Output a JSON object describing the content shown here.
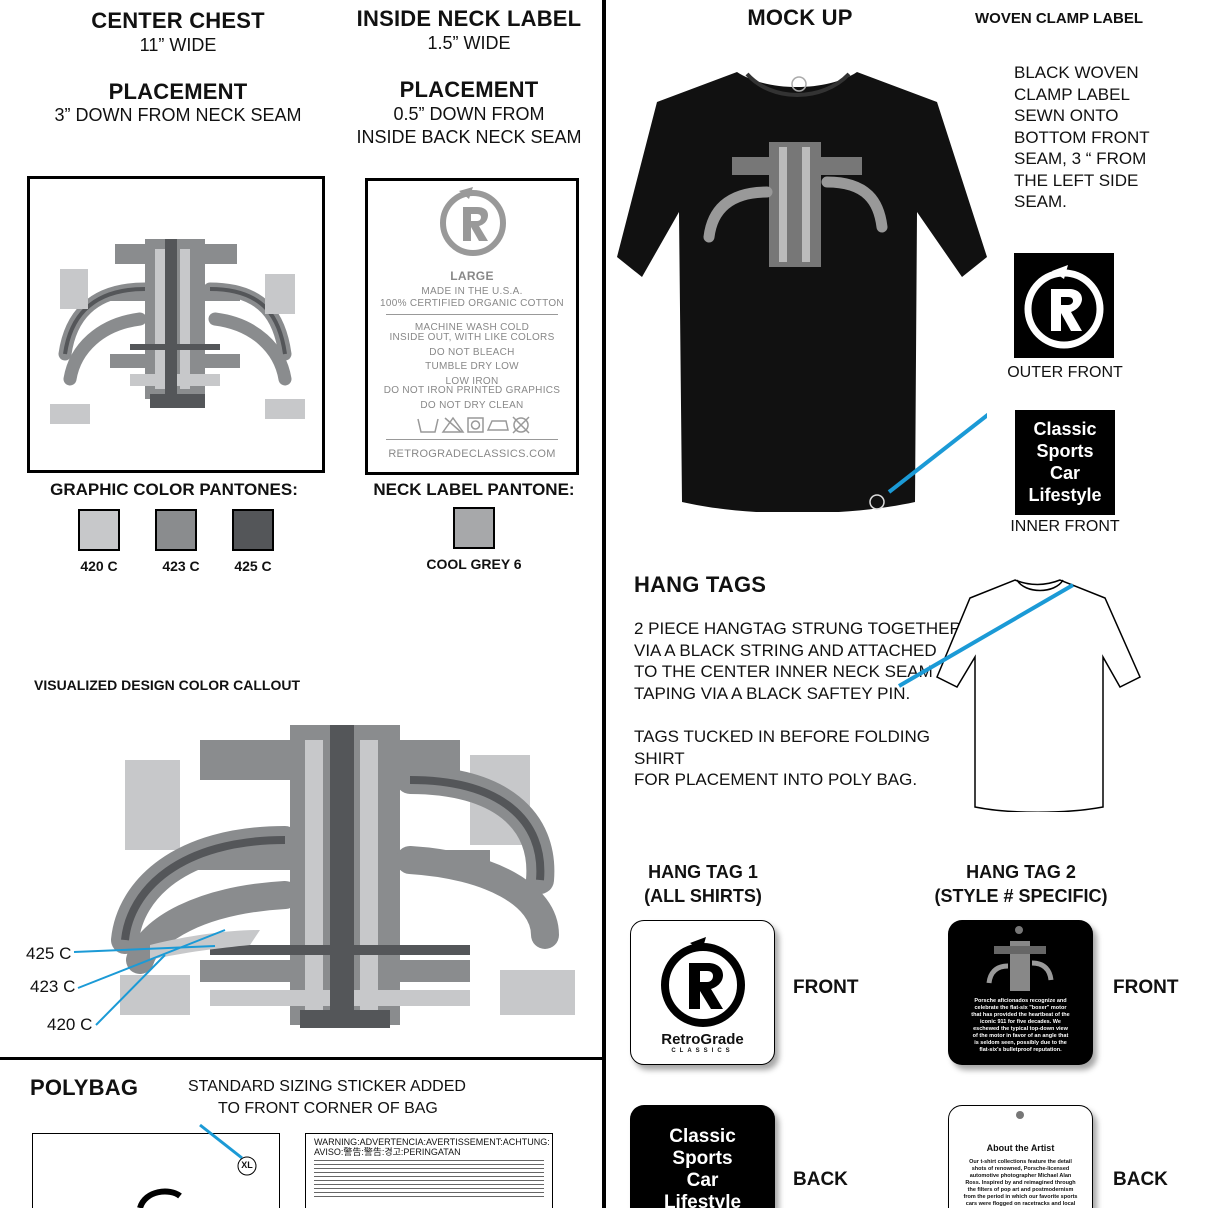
{
  "center_chest": {
    "title": "CENTER CHEST",
    "width": "11” WIDE",
    "placement_title": "PLACEMENT",
    "placement": "3” DOWN FROM NECK SEAM"
  },
  "inside_neck": {
    "title": "INSIDE NECK LABEL",
    "width": "1.5” WIDE",
    "placement_title": "PLACEMENT",
    "placement_line1": "0.5” DOWN FROM",
    "placement_line2": "INSIDE BACK NECK SEAM"
  },
  "neck_label": {
    "size": "LARGE",
    "made_in": "MADE IN THE U.S.A.",
    "material": "100% CERTIFIED ORGANIC COTTON",
    "care1": "MACHINE WASH COLD",
    "care2": "INSIDE OUT, WITH LIKE COLORS",
    "care3": "DO NOT BLEACH",
    "care4": "TUMBLE DRY LOW",
    "care5": "LOW IRON",
    "care6": "DO NOT IRON PRINTED GRAPHICS",
    "care7": "DO NOT DRY CLEAN",
    "website": "RETROGRADECLASSICS.COM"
  },
  "pantones": {
    "graphic_title": "GRAPHIC COLOR PANTONES:",
    "graphic": [
      {
        "label": "420 C",
        "color": "#c7c8ca"
      },
      {
        "label": "423 C",
        "color": "#8a8c8e"
      },
      {
        "label": "425 C",
        "color": "#545659"
      }
    ],
    "neck_title": "NECK LABEL PANTONE:",
    "neck": {
      "label": "COOL GREY 6",
      "color": "#a7a8aa"
    }
  },
  "callout": {
    "title": "VISUALIZED DESIGN COLOR CALLOUT",
    "c425": "425 C",
    "c423": "423 C",
    "c420": "420 C"
  },
  "polybag": {
    "title": "POLYBAG",
    "note_line1": "STANDARD SIZING STICKER ADDED",
    "note_line2": "TO FRONT CORNER OF BAG",
    "size_sticker": "XL",
    "warning_title": "WARNING:ADVERTENCIA:AVERTISSEMENT:ACHTUNG:",
    "warning_line2": "AVISO:警告:警告:경고:PERINGATAN"
  },
  "mockup": {
    "title": "MOCK UP",
    "woven_title": "WOVEN CLAMP LABEL",
    "woven_desc": [
      "BLACK WOVEN",
      "CLAMP LABEL",
      "SEWN ONTO",
      "BOTTOM FRONT",
      "SEAM, 3 “ FROM",
      "THE LEFT SIDE",
      "SEAM."
    ],
    "outer_front": "OUTER FRONT",
    "inner_front": "INNER FRONT",
    "inner_text": [
      "Classic",
      "Sports",
      "Car",
      "Lifestyle"
    ]
  },
  "hang_tags": {
    "title": "HANG TAGS",
    "desc1": [
      "2 PIECE HANGTAG STRUNG TOGETHER",
      "VIA A BLACK STRING AND ATTACHED",
      "TO THE CENTER INNER NECK SEAM",
      "TAPING VIA A BLACK SAFTEY PIN."
    ],
    "desc2": [
      "TAGS TUCKED IN BEFORE FOLDING SHIRT",
      "FOR PLACEMENT INTO POLY BAG."
    ],
    "tag1_title": "HANG TAG 1",
    "tag1_sub": "(ALL SHIRTS)",
    "tag2_title": "HANG TAG 2",
    "tag2_sub": "(STYLE # SPECIFIC)",
    "front": "FRONT",
    "back": "BACK",
    "brand": "RetroGrade",
    "brand_sub": "CLASSICS",
    "back_text": [
      "Classic",
      "Sports",
      "Car",
      "Lifestyle"
    ],
    "tag2_front_text": "Porsche aficionados recognize and celebrate the flat-six \"boxer\" motor that has provided the heartbeat of the iconic 911 for five decades. We eschewed the typical top-down view of the motor in favor of an angle that is seldom seen, possibly due to the flat-six's bulletproof reputation.",
    "about_title": "About the Artist",
    "about_text": "Our t-shirt collections feature the detail shots of renowned, Porsche-licensed automotive photographer Michael Alan Ross. Inspired by and reimagined through the filters of pop art and postmodernism from the period in which our favorite sports cars were flogged on racetracks and local backroads."
  }
}
